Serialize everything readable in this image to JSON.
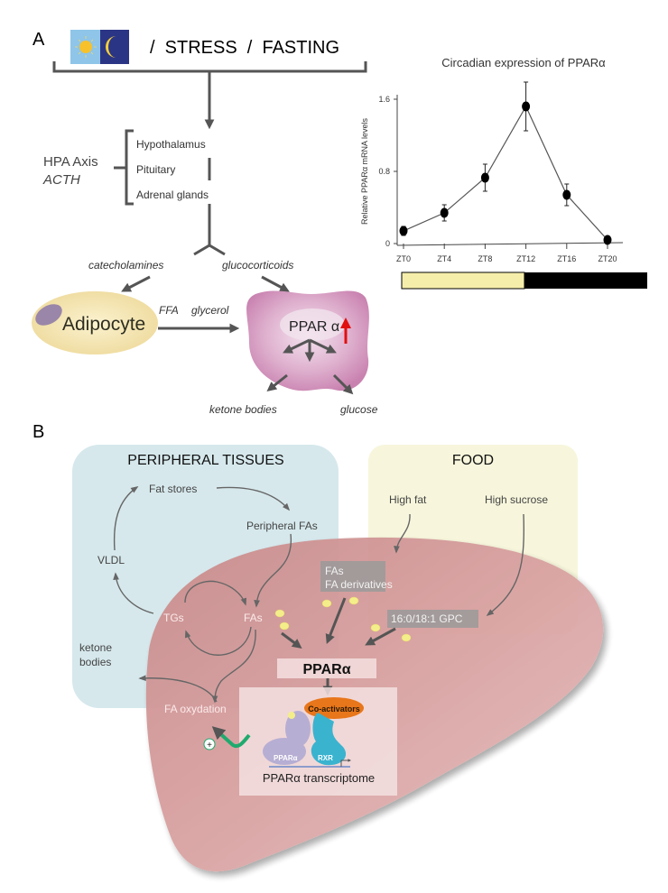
{
  "panel_a": {
    "label": "A",
    "trigger": {
      "icon": "day-night-icon",
      "text": "/  STRESS  /  FASTING"
    },
    "hpa": {
      "title": "HPA Axis",
      "subtitle": "ACTH",
      "items": [
        "Hypothalamus",
        "Pituitary",
        "Adrenal glands"
      ]
    },
    "outputs": {
      "left": "catecholamines",
      "right": "glucocorticoids"
    },
    "adipocyte": {
      "label": "Adipocyte",
      "flow_labels": [
        "FFA",
        "glycerol"
      ]
    },
    "liver": {
      "label": "PPAR α",
      "up_indicator": "up-arrow-icon",
      "products": [
        "ketone bodies",
        "glucose"
      ]
    }
  },
  "chart_data": {
    "type": "line",
    "title": "Circadian expression of PPARα",
    "xlabel": "",
    "ylabel": "Relative PPARα mRNA levels",
    "categories": [
      "ZT0",
      "ZT4",
      "ZT8",
      "ZT12",
      "ZT16",
      "ZT20"
    ],
    "x": [
      0,
      4,
      8,
      12,
      16,
      20
    ],
    "series": [
      {
        "name": "PPARα mRNA",
        "values": [
          0.14,
          0.34,
          0.73,
          1.52,
          0.54,
          0.04
        ],
        "errors": [
          0.05,
          0.09,
          0.15,
          0.27,
          0.12,
          0.03
        ]
      }
    ],
    "yticks": [
      0,
      0.8,
      1.6
    ],
    "ytick_labels": [
      "0",
      "0.8",
      "1.6"
    ],
    "ylim": [
      0,
      1.75
    ],
    "grid": false,
    "legend": "none",
    "light_dark_bar": {
      "light_phase": [
        0,
        12
      ],
      "dark_phase": [
        12,
        24
      ],
      "light_color": "#f5eeaa",
      "dark_color": "#000000"
    }
  },
  "panel_b": {
    "label": "B",
    "peripheral": {
      "title": "PERIPHERAL TISSUES",
      "nodes": {
        "fat_stores": "Fat stores",
        "peripheral_fas": "Peripheral FAs",
        "vldl": "VLDL",
        "ketone_bodies_1": "ketone",
        "ketone_bodies_2": "bodies"
      }
    },
    "food": {
      "title": "FOOD",
      "high_fat": "High fat",
      "high_sucrose": "High sucrose"
    },
    "liver": {
      "tgs": "TGs",
      "fas": "FAs",
      "fa_derivs_1": "FAs",
      "fa_derivs_2": "FA derivatives",
      "gpc": "16:0/18:1 GPC",
      "ppara": "PPARα",
      "fa_oxydation": "FA oxydation",
      "plus": "+",
      "coactivators": "Co-activators",
      "ppara_small": "PPARα",
      "rxr": "RXR",
      "transcriptome": "PPARα transcriptome"
    }
  },
  "colors": {
    "arrow": "#555555",
    "peripheral_bg": "#d6e8ec",
    "food_bg": "#f7f6dc",
    "liver_b": "#d9a3a3",
    "liver_a": "#d79ac0",
    "adipocyte": "#f4e6b0",
    "ligand": "#f4ee8a",
    "coactivator": "#e8761a",
    "rxr": "#3ab3cf",
    "ppar_protein": "#b7aed3",
    "activation": "#1faa6e",
    "up_arrow": "#e01010"
  }
}
